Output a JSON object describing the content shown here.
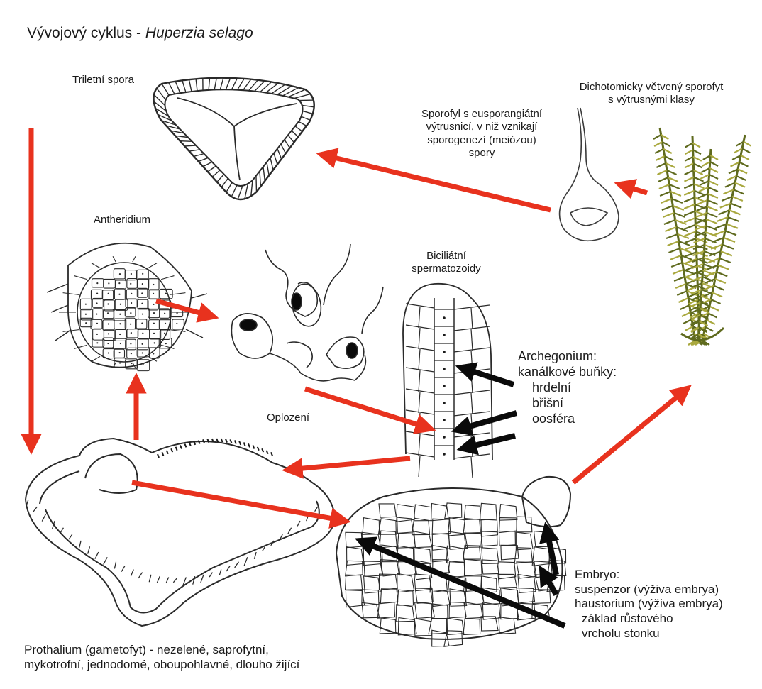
{
  "title": {
    "prefix": "Vývojový cyklus - ",
    "species": "Huperzia selago"
  },
  "labels": {
    "spore": "Triletní spora",
    "sporophyll": [
      "Sporofyl s eusporangiátní",
      "výtrusnicí, v niž vznikají",
      "sporogenezí (meiózou)",
      "spory"
    ],
    "sporophyte": [
      "Dichotomicky větvený sporofyt",
      "s výtrusnými klasy"
    ],
    "antheridium": "Antheridium",
    "spermatozoids": [
      "Biciliátní",
      "spermatozoidy"
    ],
    "fertilization": "Oplození",
    "archegonium": [
      "Archegonium:",
      "kanálkové buňky:",
      "hrdelní",
      "břišní",
      "oosféra"
    ],
    "embryo": [
      "Embryo:",
      "suspenzor (výživa embrya)",
      "haustorium (výživa embrya)",
      "základ růstového",
      "vrcholu stonku"
    ],
    "prothallium": [
      "Prothalium (gametofyt) - nezelené, saprofytní,",
      "mykotrofní, jednodomé, oboupohlavné, dlouho žijící"
    ]
  },
  "colors": {
    "arrow_red": "#e8321e",
    "arrow_black": "#0a0a0a",
    "ink": "#2a2a2a",
    "moss_dark": "#5f6a1e",
    "moss_light": "#a9a83e"
  }
}
